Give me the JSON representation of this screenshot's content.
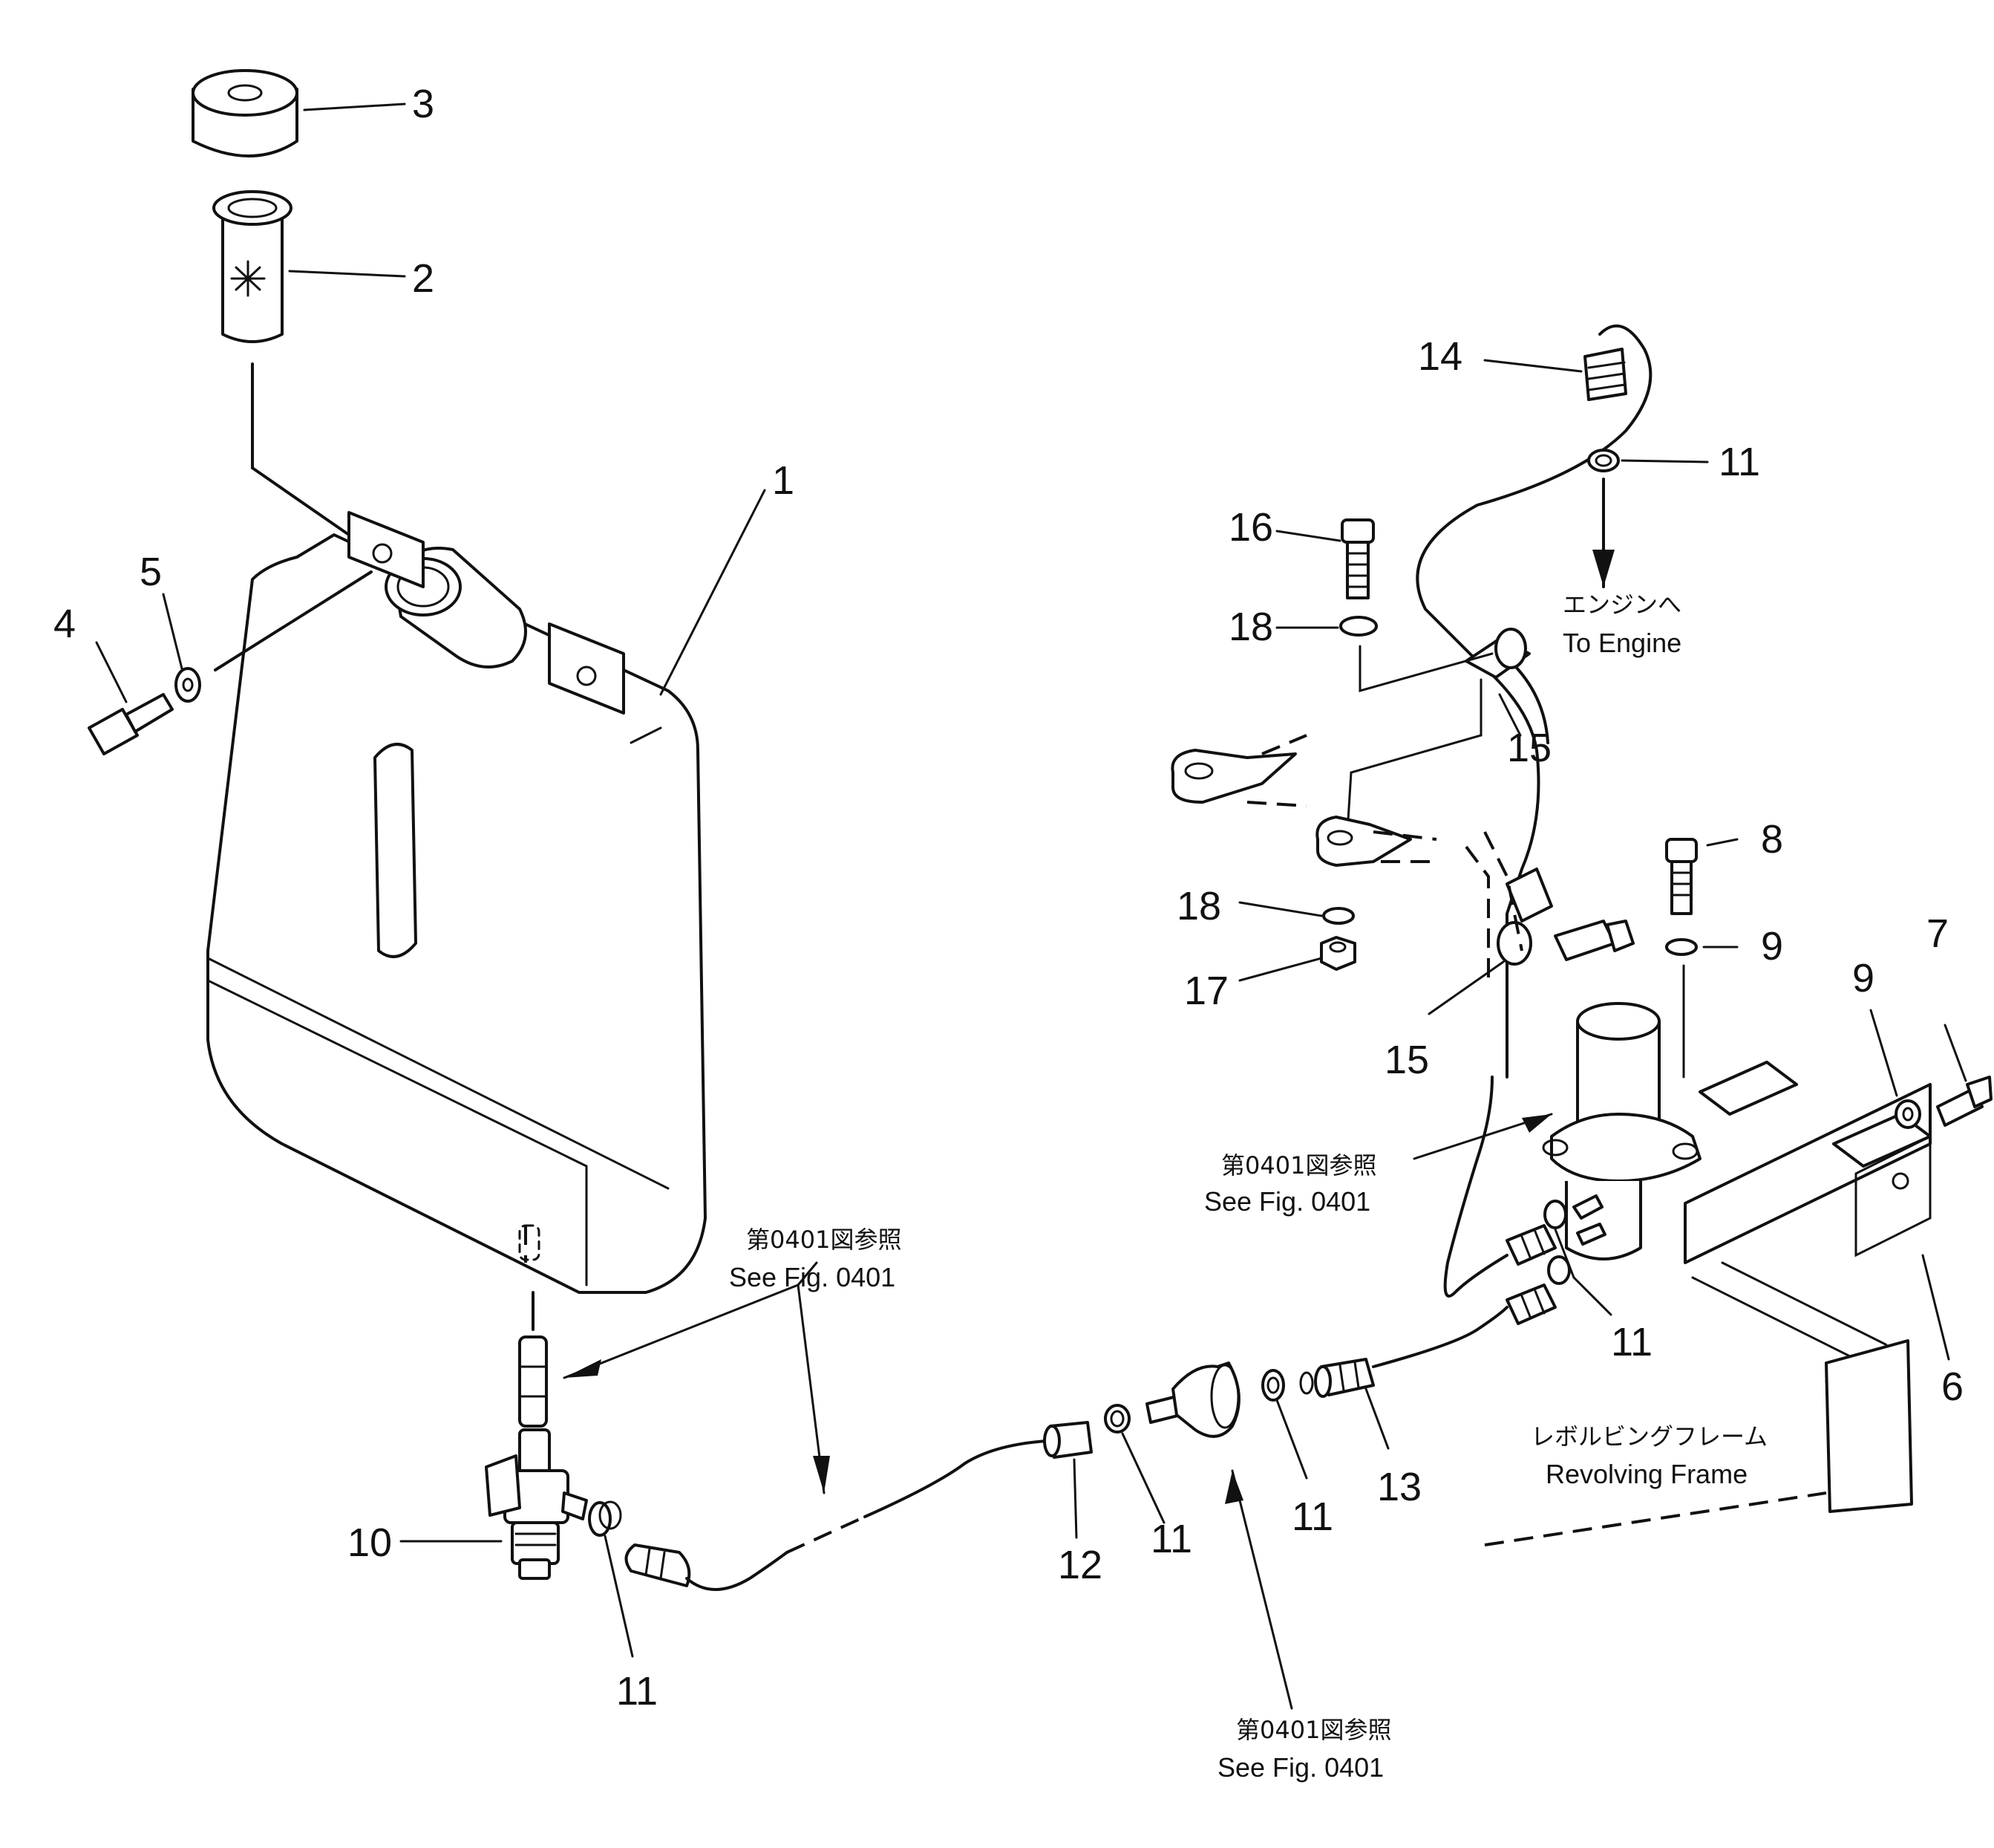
{
  "callouts": {
    "c1": "1",
    "c2": "2",
    "c3": "3",
    "c4": "4",
    "c5": "5",
    "c6": "6",
    "c7": "7",
    "c8": "8",
    "c9a": "9",
    "c9b": "9",
    "c10": "10",
    "c11a": "11",
    "c11b": "11",
    "c11c": "11",
    "c11d": "11",
    "c11e": "11",
    "c12": "12",
    "c13": "13",
    "c14": "14",
    "c15a": "15",
    "c15b": "15",
    "c16": "16",
    "c17": "17",
    "c18a": "18",
    "c18b": "18"
  },
  "notes": {
    "engine_jp": "エンジンへ",
    "engine_en": "To Engine",
    "frame_jp": "レボルビングフレーム",
    "frame_en": "Revolving Frame",
    "ref_jp": "第0401図参照",
    "ref_en": "See Fig. 0401"
  }
}
